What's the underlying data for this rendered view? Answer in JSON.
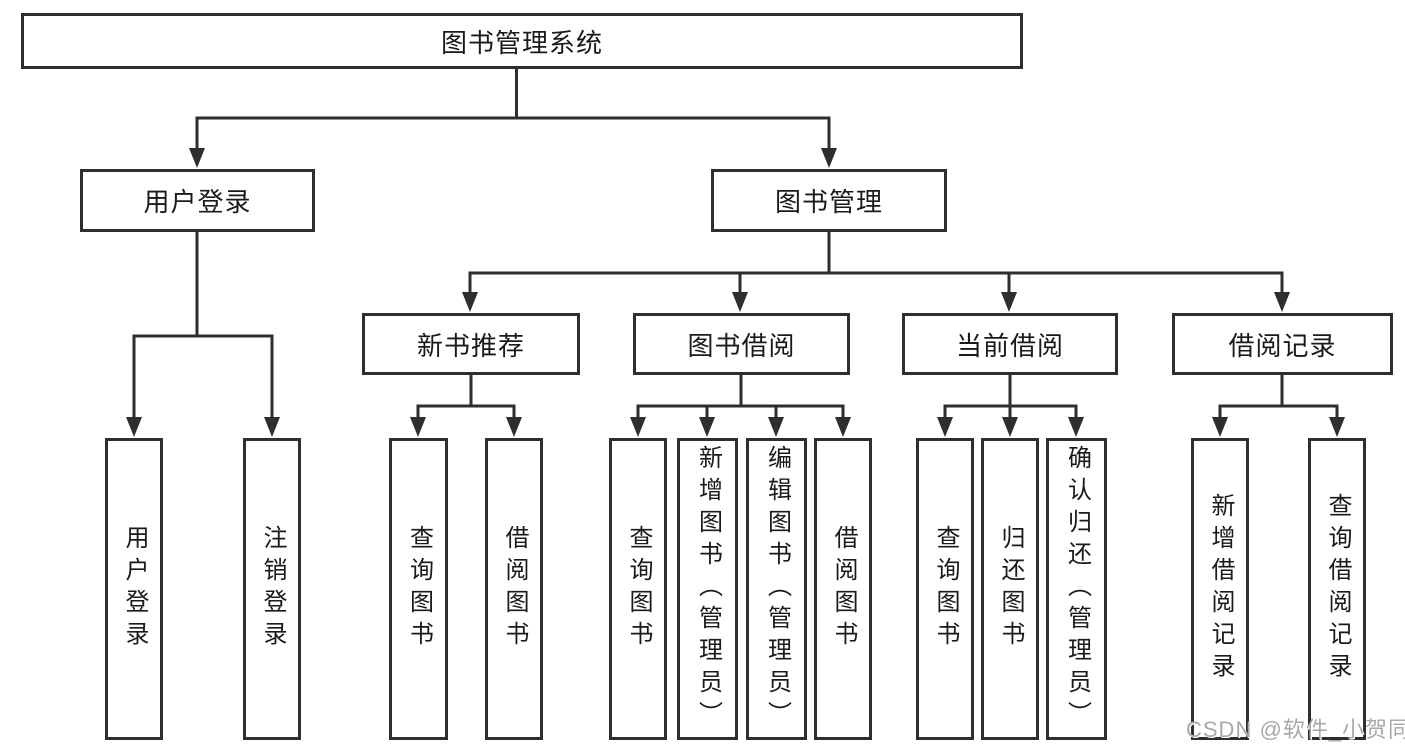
{
  "diagram": {
    "root": "图书管理系统",
    "level2": {
      "user_login": "用户登录",
      "book_mgmt": "图书管理"
    },
    "level3": {
      "new_books": "新书推荐",
      "book_borrow": "图书借阅",
      "current_borrow": "当前借阅",
      "borrow_records": "借阅记录"
    },
    "leaves": {
      "login": "用户登录",
      "logout": "注销登录",
      "nb_query": "查询图书",
      "nb_borrow": "借阅图书",
      "bb_query": "查询图书",
      "bb_add": "新增图书（管理员）",
      "bb_edit": "编辑图书（管理员）",
      "bb_borrow": "借阅图书",
      "cb_query": "查询图书",
      "cb_return": "归还图书",
      "cb_confirm": "确认归还（管理员）",
      "br_add": "新增借阅记录",
      "br_query": "查询借阅记录"
    },
    "watermark": "CSDN @软件_小贺同学",
    "colors": {
      "line": "#2e2e2e",
      "box_background": "#ffffff",
      "text": "#1a1a1a",
      "watermark": "#a9a9a9"
    }
  }
}
